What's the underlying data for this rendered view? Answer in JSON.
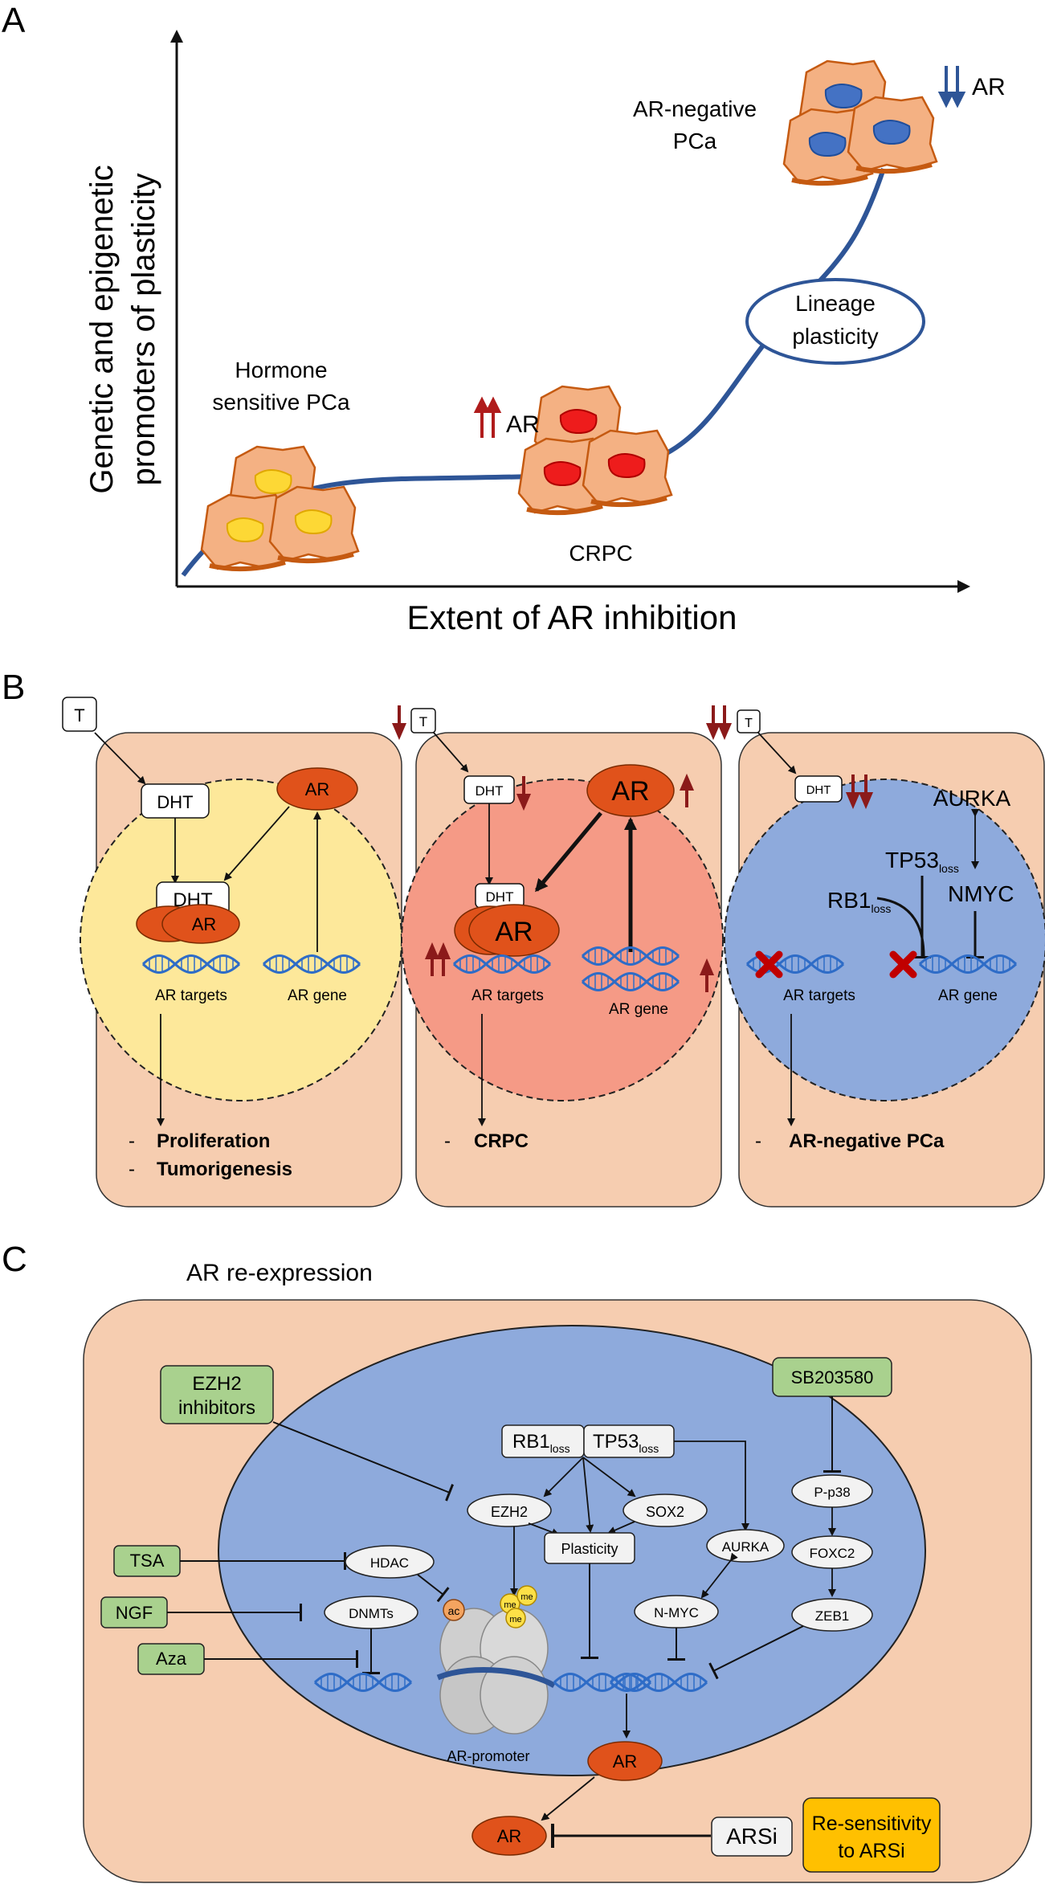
{
  "panel_letters": {
    "a": "A",
    "b": "B",
    "c": "C"
  },
  "panel_a": {
    "y_axis_line1": "Genetic and epigenetic",
    "y_axis_line2": "promoters of plasticity",
    "x_axis": "Extent of AR inhibition",
    "hs_line1": "Hormone",
    "hs_line2": "sensitive PCa",
    "crpc": "CRPC",
    "ar_up": "AR",
    "arneg_line1": "AR-negative",
    "arneg_line2": "PCa",
    "ar_down": "AR",
    "plasticity_line1": "Lineage",
    "plasticity_line2": "plasticity"
  },
  "panel_b": {
    "t": "T",
    "dht": "DHT",
    "ar": "AR",
    "ar_targets": "AR targets",
    "ar_gene": "AR gene",
    "dash": "-",
    "proliferation": "Proliferation",
    "tumorigenesis": "Tumorigenesis",
    "crpc": "CRPC",
    "arneg": "AR-negative PCa",
    "aurka": "AURKA",
    "tp53": "TP53",
    "rb1": "RB1",
    "loss": "loss",
    "nmyc": "NMYC"
  },
  "panel_c": {
    "title": "AR re-expression",
    "ezh2_inh_line1": "EZH2",
    "ezh2_inh_line2": "inhibitors",
    "sb": "SB203580",
    "rb1": "RB1",
    "tp53": "TP53",
    "loss": "loss",
    "ezh2": "EZH2",
    "sox2": "SOX2",
    "plasticity": "Plasticity",
    "aurka": "AURKA",
    "pp38": "P-p38",
    "foxc2": "FOXC2",
    "zeb1": "ZEB1",
    "nmyc": "N-MYC",
    "hdac": "HDAC",
    "dnmts": "DNMTs",
    "tsa": "TSA",
    "ngf": "NGF",
    "aza": "Aza",
    "ac": "ac",
    "me": "me",
    "ar_promoter": "AR-promoter",
    "ar": "AR",
    "arsi": "ARSi",
    "resens_line1": "Re-sensitivity",
    "resens_line2": "to ARSi"
  },
  "colors": {
    "skin": "#f6cdb0",
    "nucleus_yellow": "#fde89a",
    "nucleus_red": "#f59a86",
    "nucleus_blue": "#8eaadc",
    "ar_orange": "#e0521b",
    "green_box": "#a9d18e",
    "yellow_box": "#ffc000",
    "curve_blue": "#2e5597",
    "dark_red": "#9b1b1b",
    "dna_blue": "#2e6cc7"
  }
}
